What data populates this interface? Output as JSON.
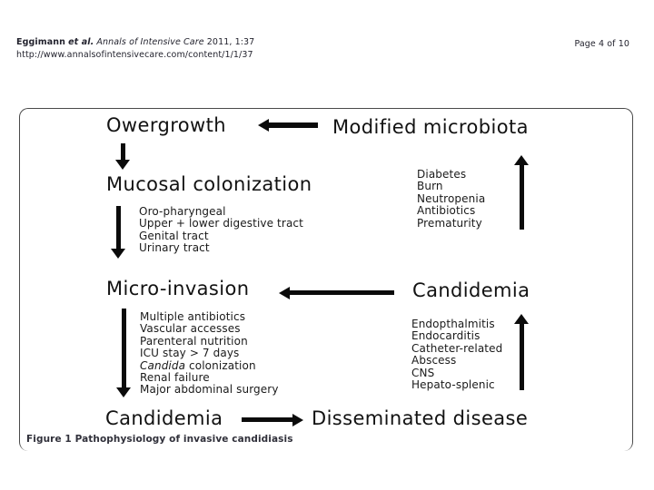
{
  "header": {
    "citation": {
      "author": "Eggimann",
      "etal": "et al.",
      "journal": "Annals of Intensive Care",
      "tail": "2011, 1:37"
    },
    "url": "http://www.annalsofintensivecare.com/content/1/1/37",
    "page": "Page 4 of 10"
  },
  "diagram": {
    "nodes": {
      "overgrowth": "Owergrowth",
      "modified_microbiota": "Modified microbiota",
      "mucosal_colonization": "Mucosal colonization",
      "micro_invasion": "Micro-invasion",
      "candidemia_right": "Candidemia",
      "candidemia_bottom": "Candidemia",
      "disseminated_disease": "Disseminated disease"
    },
    "lists": {
      "colonization_sites": [
        "Oro-pharyngeal",
        "Upper + lower digestive tract",
        "Genital tract",
        "Urinary tract"
      ],
      "microbiota_risk_factors": [
        "Diabetes",
        "Burn",
        "Neutropenia",
        "Antibiotics",
        "Prematurity"
      ],
      "invasion_risk_factors": [
        "Multiple antibiotics",
        "Vascular accesses",
        "Parenteral nutrition",
        "ICU stay > 7 days",
        {
          "italic": "Candida",
          "text": " colonization"
        },
        "Renal failure",
        "Major abdominal surgery"
      ],
      "dissemination_sites": [
        "Endopthalmitis",
        "Endocarditis",
        "Catheter-related",
        "Abscess",
        "CNS",
        "Hepato-splenic"
      ]
    },
    "caption_label": "Figure 1",
    "caption_text": "Pathophysiology of invasive candidiasis"
  }
}
